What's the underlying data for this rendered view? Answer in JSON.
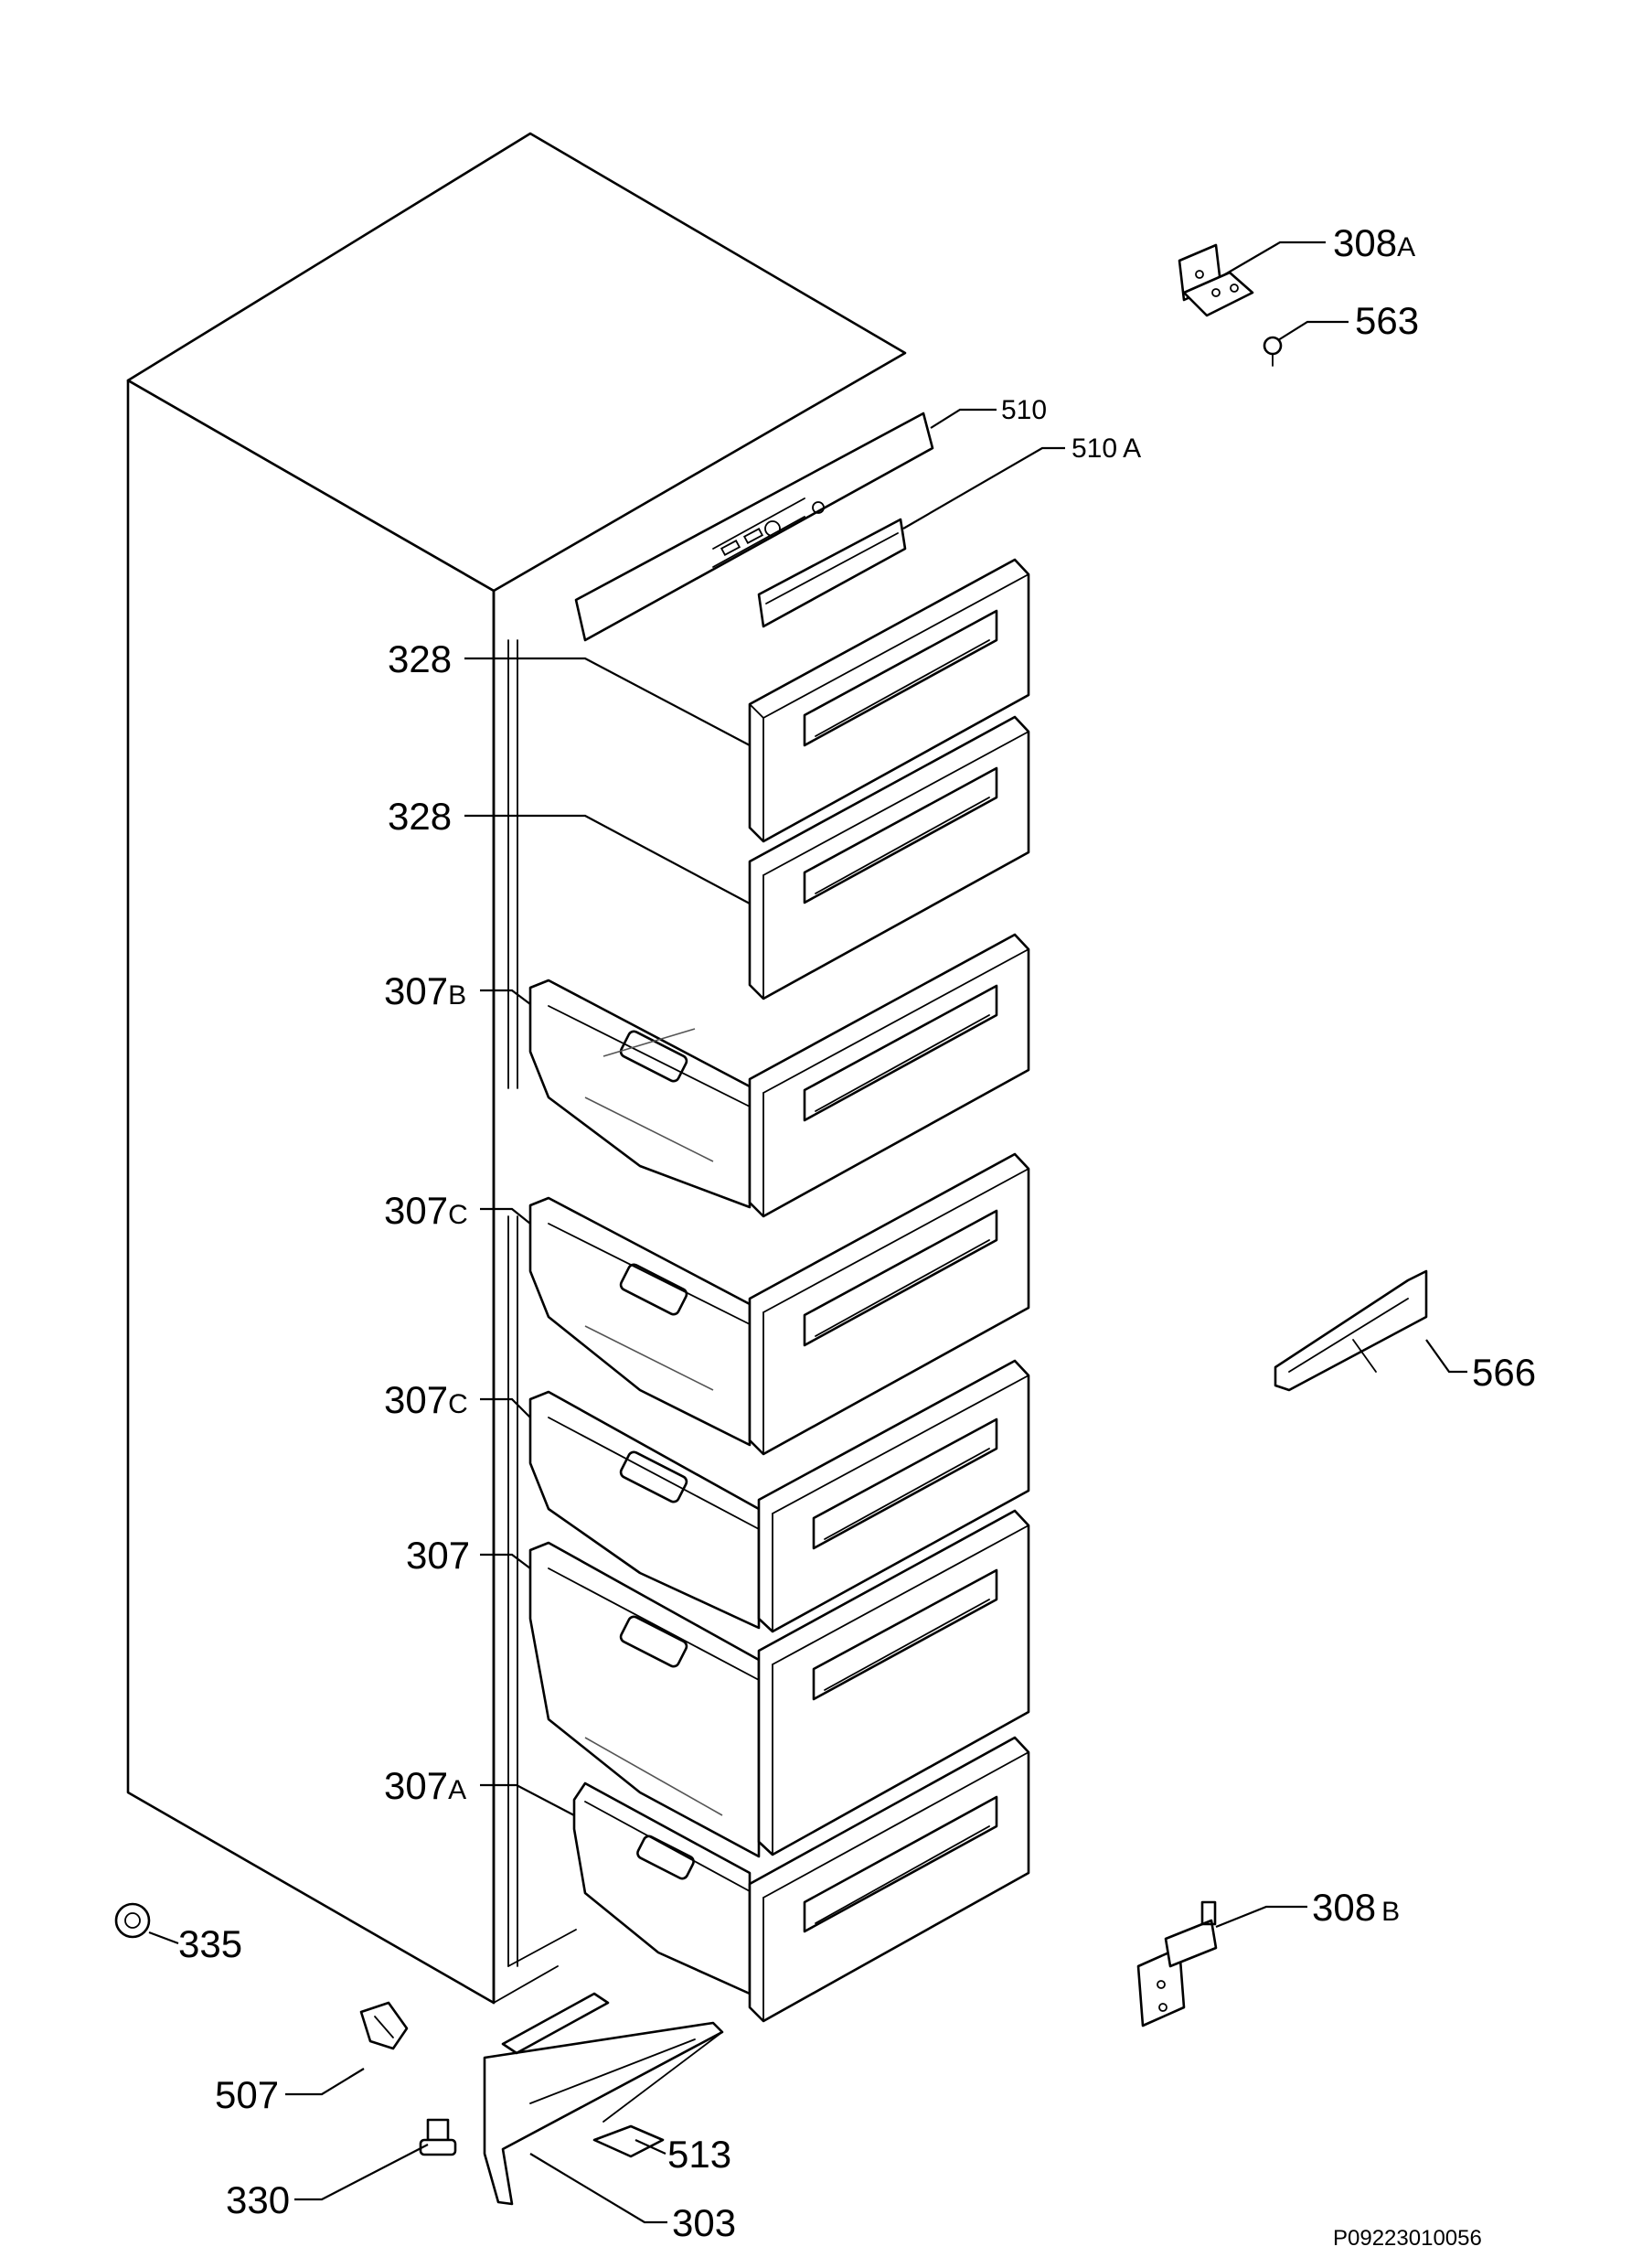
{
  "diagram": {
    "parts": [
      {
        "num": "308",
        "suffix": "A"
      },
      {
        "num": "563",
        "suffix": ""
      },
      {
        "num": "510",
        "suffix": ""
      },
      {
        "num": "510",
        "suffix": "A"
      },
      {
        "num": "328",
        "suffix": ""
      },
      {
        "num": "328",
        "suffix": ""
      },
      {
        "num": "307",
        "suffix": "B"
      },
      {
        "num": "307",
        "suffix": "C"
      },
      {
        "num": "566",
        "suffix": ""
      },
      {
        "num": "307",
        "suffix": "C"
      },
      {
        "num": "307",
        "suffix": ""
      },
      {
        "num": "307",
        "suffix": "A"
      },
      {
        "num": "335",
        "suffix": ""
      },
      {
        "num": "308",
        "suffix": "B"
      },
      {
        "num": "507",
        "suffix": ""
      },
      {
        "num": "513",
        "suffix": ""
      },
      {
        "num": "330",
        "suffix": ""
      },
      {
        "num": "303",
        "suffix": ""
      }
    ],
    "drawing_code": "P09223010056"
  }
}
